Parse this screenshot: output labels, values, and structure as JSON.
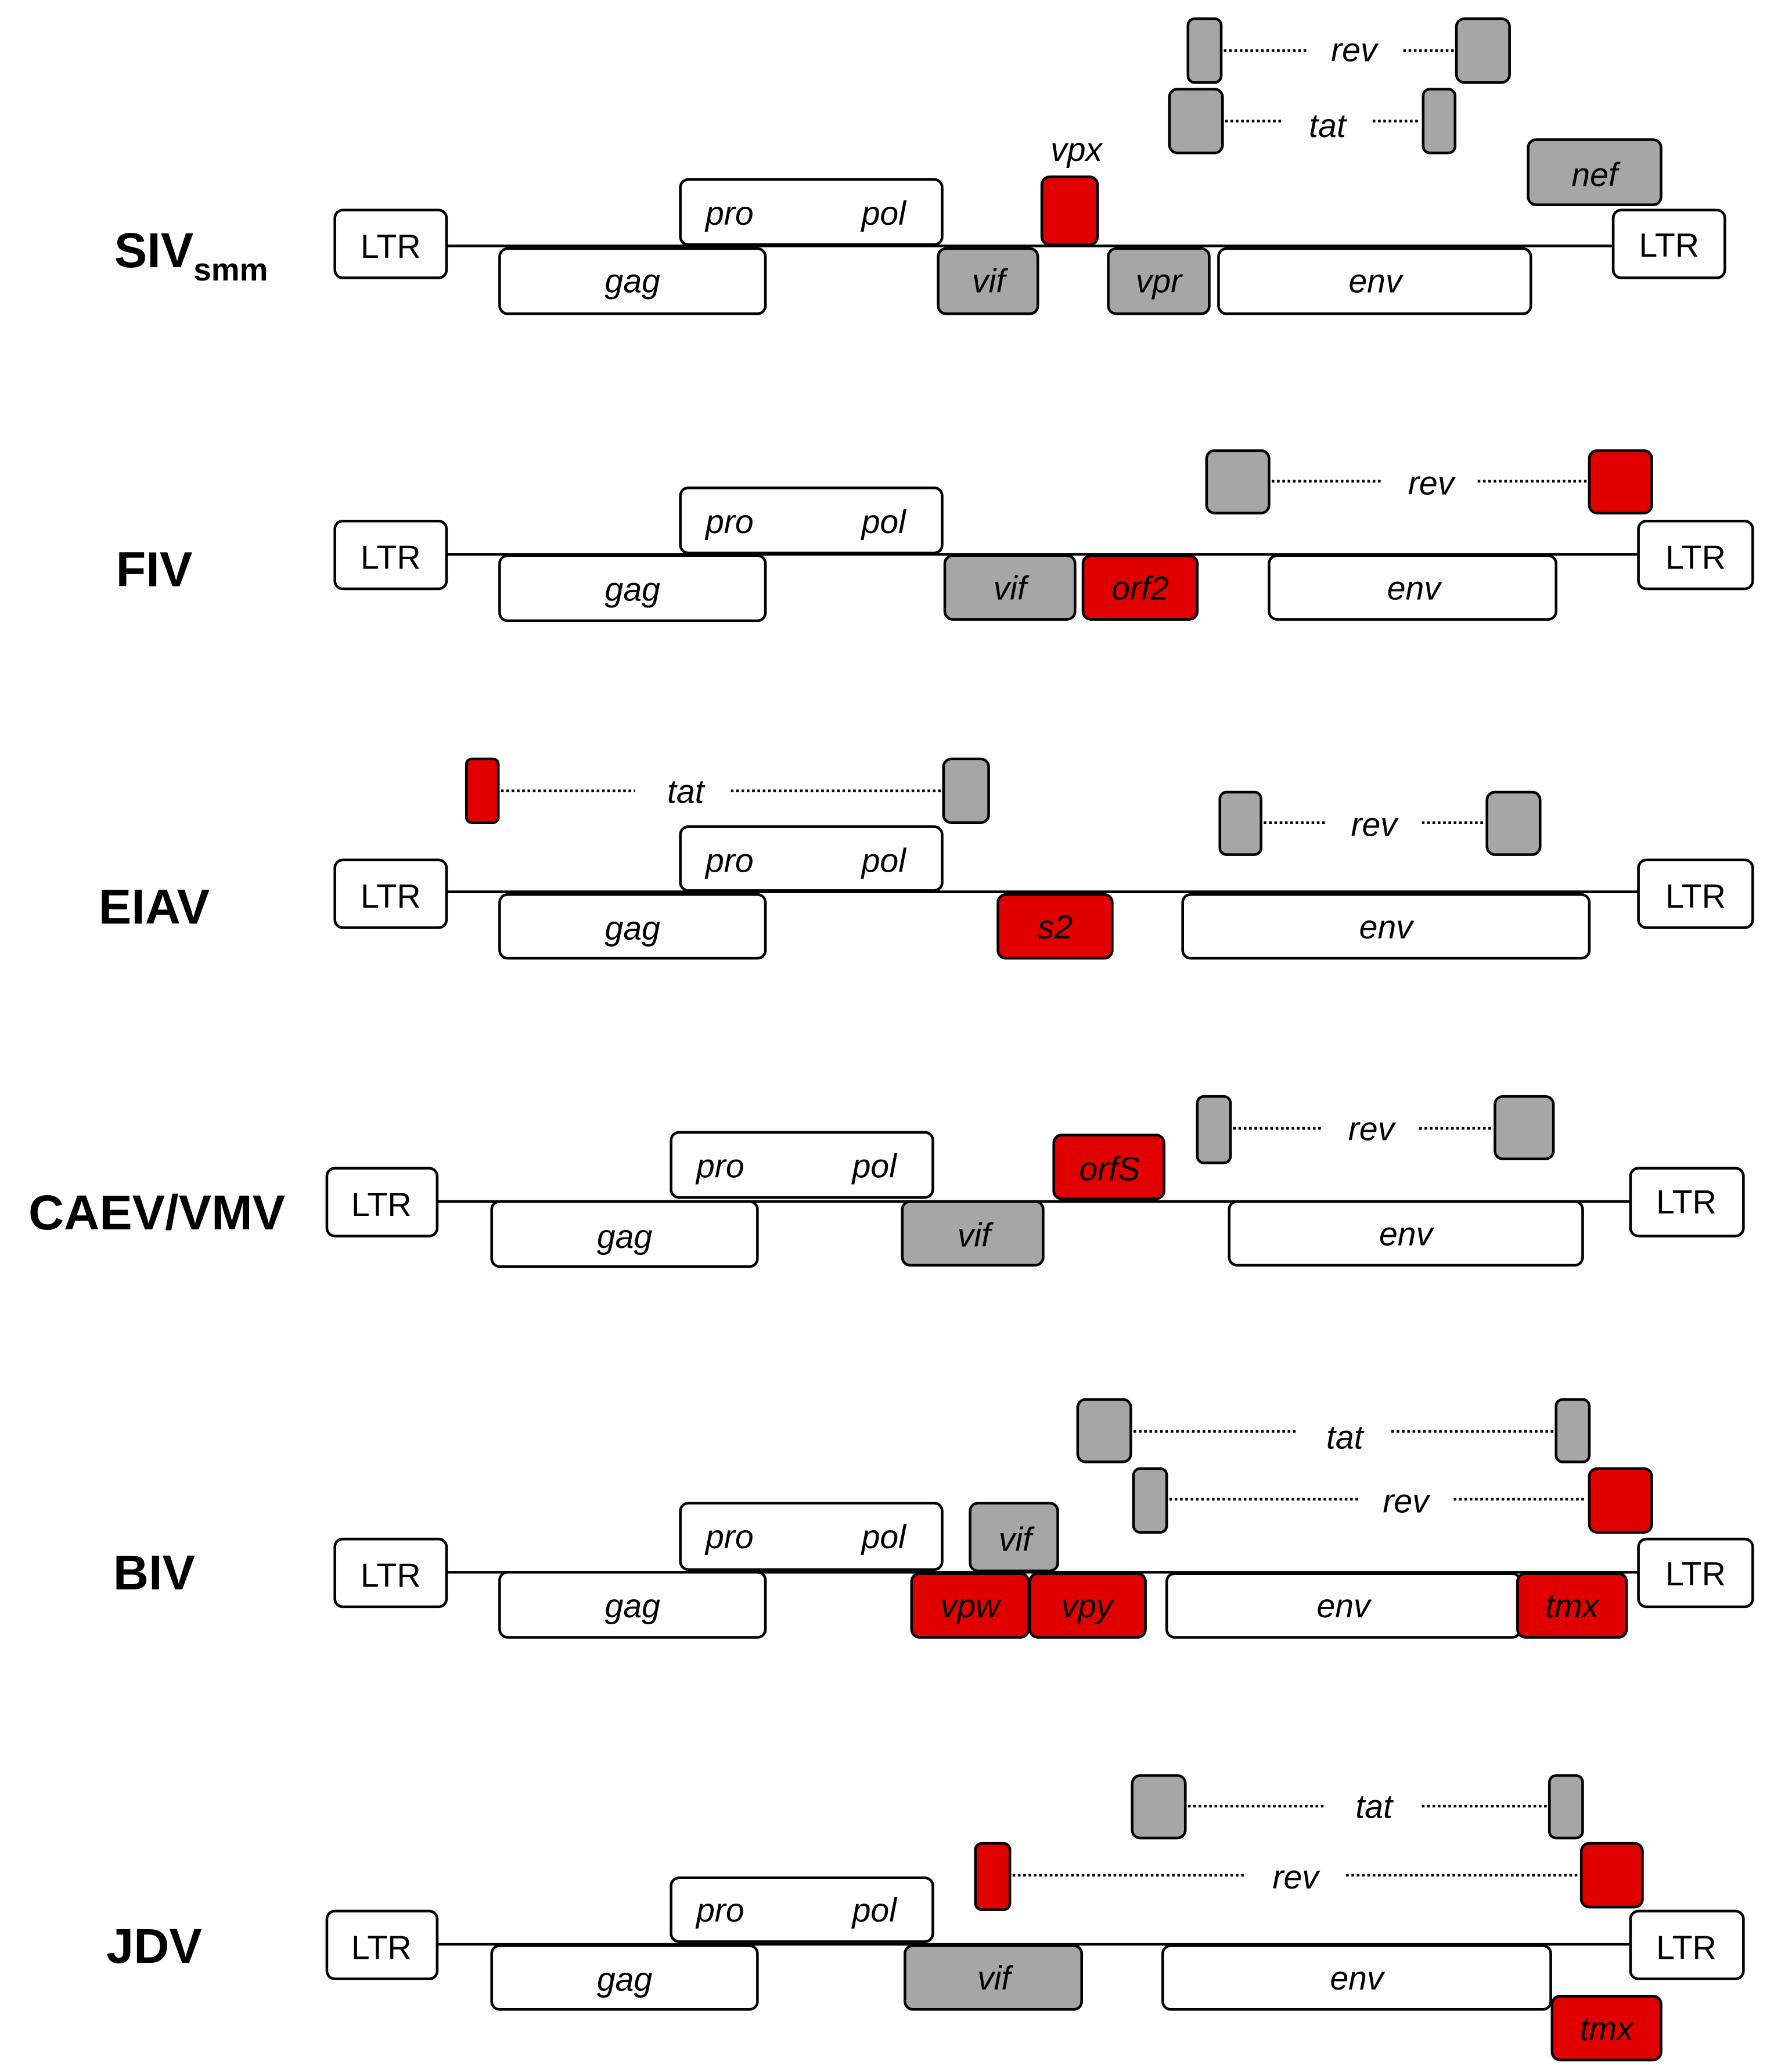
{
  "colors": {
    "white": "#ffffff",
    "gray": "#a6a6a6",
    "red": "#e00000",
    "stroke": "#000000"
  },
  "genomes": [
    {
      "name": "SIV",
      "subscript": "smm",
      "ltr_left": "LTR",
      "ltr_right": "LTR",
      "genes": [
        {
          "label": "gag"
        },
        {
          "label": "pro"
        },
        {
          "label": "pol"
        },
        {
          "label": "vif"
        },
        {
          "label": "vpx"
        },
        {
          "label": "vpr"
        },
        {
          "label": "env"
        },
        {
          "label": "nef"
        }
      ],
      "spliced": [
        {
          "label": "rev"
        },
        {
          "label": "tat"
        }
      ]
    },
    {
      "name": "FIV",
      "subscript": "",
      "ltr_left": "LTR",
      "ltr_right": "LTR",
      "genes": [
        {
          "label": "gag"
        },
        {
          "label": "pro"
        },
        {
          "label": "pol"
        },
        {
          "label": "vif"
        },
        {
          "label": "orf2"
        },
        {
          "label": "env"
        }
      ],
      "spliced": [
        {
          "label": "rev"
        }
      ]
    },
    {
      "name": "EIAV",
      "subscript": "",
      "ltr_left": "LTR",
      "ltr_right": "LTR",
      "genes": [
        {
          "label": "gag"
        },
        {
          "label": "pro"
        },
        {
          "label": "pol"
        },
        {
          "label": "s2"
        },
        {
          "label": "env"
        }
      ],
      "spliced": [
        {
          "label": "tat"
        },
        {
          "label": "rev"
        }
      ]
    },
    {
      "name": "CAEV/VMV",
      "subscript": "",
      "ltr_left": "LTR",
      "ltr_right": "LTR",
      "genes": [
        {
          "label": "gag"
        },
        {
          "label": "pro"
        },
        {
          "label": "pol"
        },
        {
          "label": "vif"
        },
        {
          "label": "orfS"
        },
        {
          "label": "env"
        }
      ],
      "spliced": [
        {
          "label": "rev"
        }
      ]
    },
    {
      "name": "BIV",
      "subscript": "",
      "ltr_left": "LTR",
      "ltr_right": "LTR",
      "genes": [
        {
          "label": "gag"
        },
        {
          "label": "pro"
        },
        {
          "label": "pol"
        },
        {
          "label": "vif"
        },
        {
          "label": "vpw"
        },
        {
          "label": "vpy"
        },
        {
          "label": "env"
        },
        {
          "label": "tmx"
        }
      ],
      "spliced": [
        {
          "label": "tat"
        },
        {
          "label": "rev"
        }
      ]
    },
    {
      "name": "JDV",
      "subscript": "",
      "ltr_left": "LTR",
      "ltr_right": "LTR",
      "genes": [
        {
          "label": "gag"
        },
        {
          "label": "pro"
        },
        {
          "label": "pol"
        },
        {
          "label": "vif"
        },
        {
          "label": "env"
        },
        {
          "label": "tmx"
        }
      ],
      "spliced": [
        {
          "label": "tat"
        },
        {
          "label": "rev"
        }
      ]
    }
  ]
}
